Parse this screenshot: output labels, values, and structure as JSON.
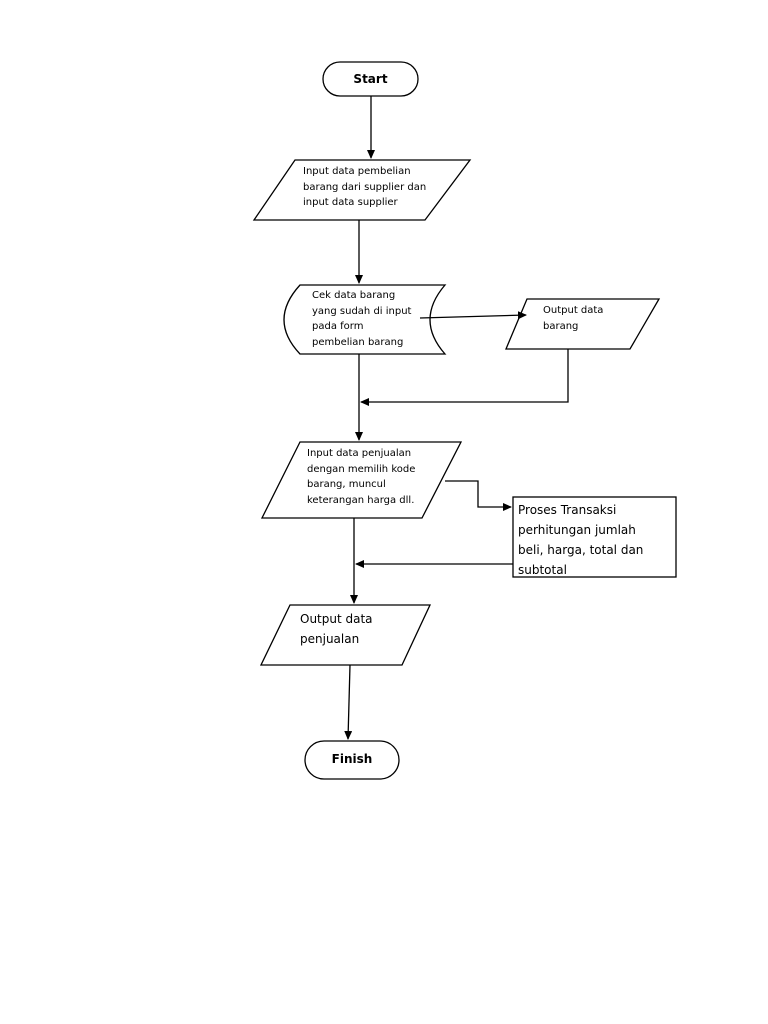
{
  "colors": {
    "stroke": "#000000",
    "fill": "#ffffff",
    "text": "#000000"
  },
  "nodes": {
    "start": {
      "label": "Start"
    },
    "input_pembelian": {
      "lines": [
        "Input data pembelian",
        "barang dari supplier dan",
        "input data supplier"
      ]
    },
    "cek_data": {
      "lines": [
        "Cek data barang",
        "yang sudah di input",
        "pada form",
        "pembelian barang"
      ]
    },
    "output_barang": {
      "lines": [
        "Output data",
        "barang"
      ]
    },
    "input_penjualan": {
      "lines": [
        "Input data penjualan",
        "dengan memilih kode",
        "barang, muncul",
        "keterangan harga dll."
      ]
    },
    "proses_transaksi": {
      "lines": [
        "Proses Transaksi",
        "perhitungan jumlah",
        "beli, harga, total dan",
        "subtotal"
      ]
    },
    "output_penjualan": {
      "lines": [
        "Output data",
        "penjualan"
      ]
    },
    "finish": {
      "label": "Finish"
    }
  }
}
